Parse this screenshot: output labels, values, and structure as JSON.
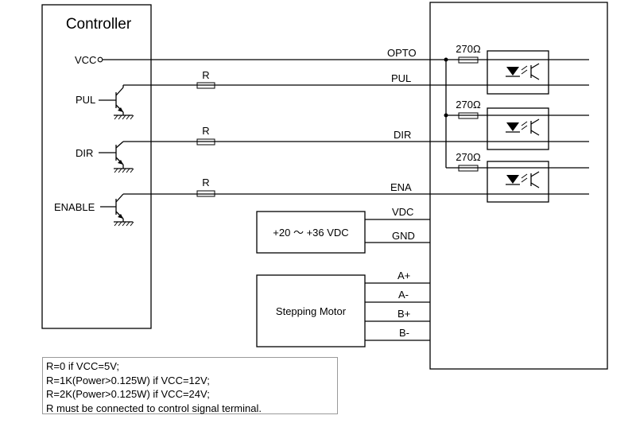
{
  "controller": {
    "title": "Controller",
    "vcc_label": "VCC",
    "pul_label": "PUL",
    "dir_label": "DIR",
    "enable_label": "ENABLE"
  },
  "resistors": {
    "r_label": "R",
    "opto_resistor_label": "270Ω"
  },
  "driver_terminals": {
    "opto": "OPTO",
    "pul": "PUL",
    "dir": "DIR",
    "ena": "ENA",
    "vdc": "VDC",
    "gnd": "GND",
    "a_plus": "A+",
    "a_minus": "A-",
    "b_plus": "B+",
    "b_minus": "B-"
  },
  "power_supply": {
    "label": "+20 ～ +36 VDC"
  },
  "motor": {
    "label": "Stepping Motor"
  },
  "notes": [
    "R=0 if VCC=5V;",
    "R=1K(Power>0.125W) if VCC=12V;",
    "R=2K(Power>0.125W) if VCC=24V;",
    "R must be connected to control signal terminal."
  ]
}
